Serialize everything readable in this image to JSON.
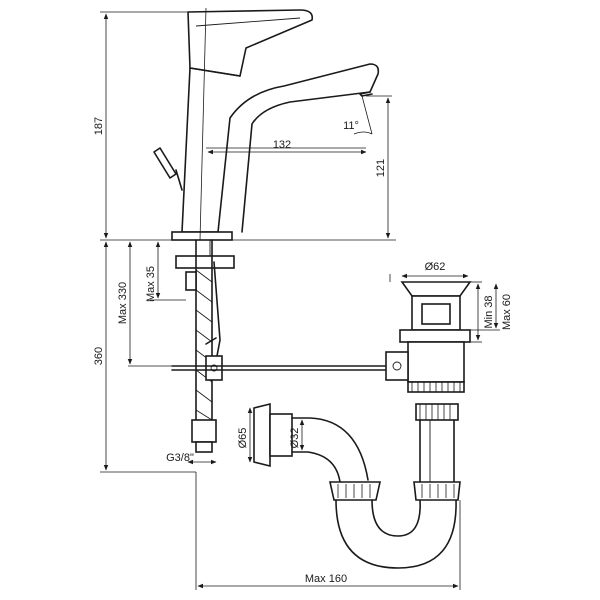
{
  "dimensions": {
    "total_height": "187",
    "spout_reach": "132",
    "spout_height": "121",
    "below_counter": "360",
    "max_330": "Max 330",
    "max_35": "Max 35",
    "connection": "G3/8\"",
    "drain_diameter": "Ø62",
    "min_38": "Min 38",
    "max_60": "Max 60",
    "wall_flange": "Ø65",
    "pipe_diameter": "Ø32",
    "max_160": "Max 160",
    "spout_angle": "11°"
  }
}
